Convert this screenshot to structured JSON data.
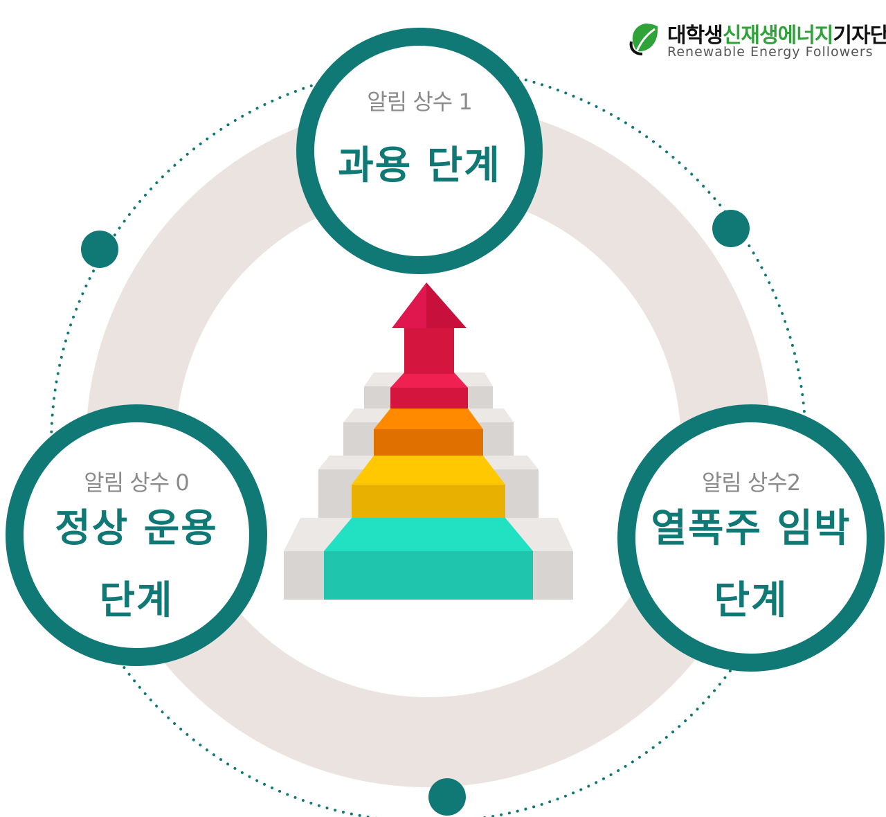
{
  "logo": {
    "title_part1": "대학생",
    "title_part2": "신재생에너지",
    "title_part3": "기자단",
    "subtitle": "Renewable Energy Followers",
    "icon": "leaf-icon"
  },
  "stages": [
    {
      "id": "stage-0",
      "alert_label": "알림 상수 0",
      "name_line1": "정상 운용",
      "name_line2": "단계"
    },
    {
      "id": "stage-1",
      "alert_label": "알림 상수 1",
      "name_line1": "과용 단계"
    },
    {
      "id": "stage-2",
      "alert_label": "알림 상수2",
      "name_line1": "열폭주 임박",
      "name_line2": "단계"
    }
  ],
  "stairs": {
    "step_colors": [
      "#22c9ad",
      "#f2bb00",
      "#f08000",
      "#e0164f"
    ],
    "arrow_color": "#d4163f",
    "icon": "rising-stairs-arrow-icon"
  },
  "colors": {
    "ring": "#ebe3df",
    "stage_border": "#117975",
    "dotted_path": "#117975",
    "node": "#117975"
  }
}
